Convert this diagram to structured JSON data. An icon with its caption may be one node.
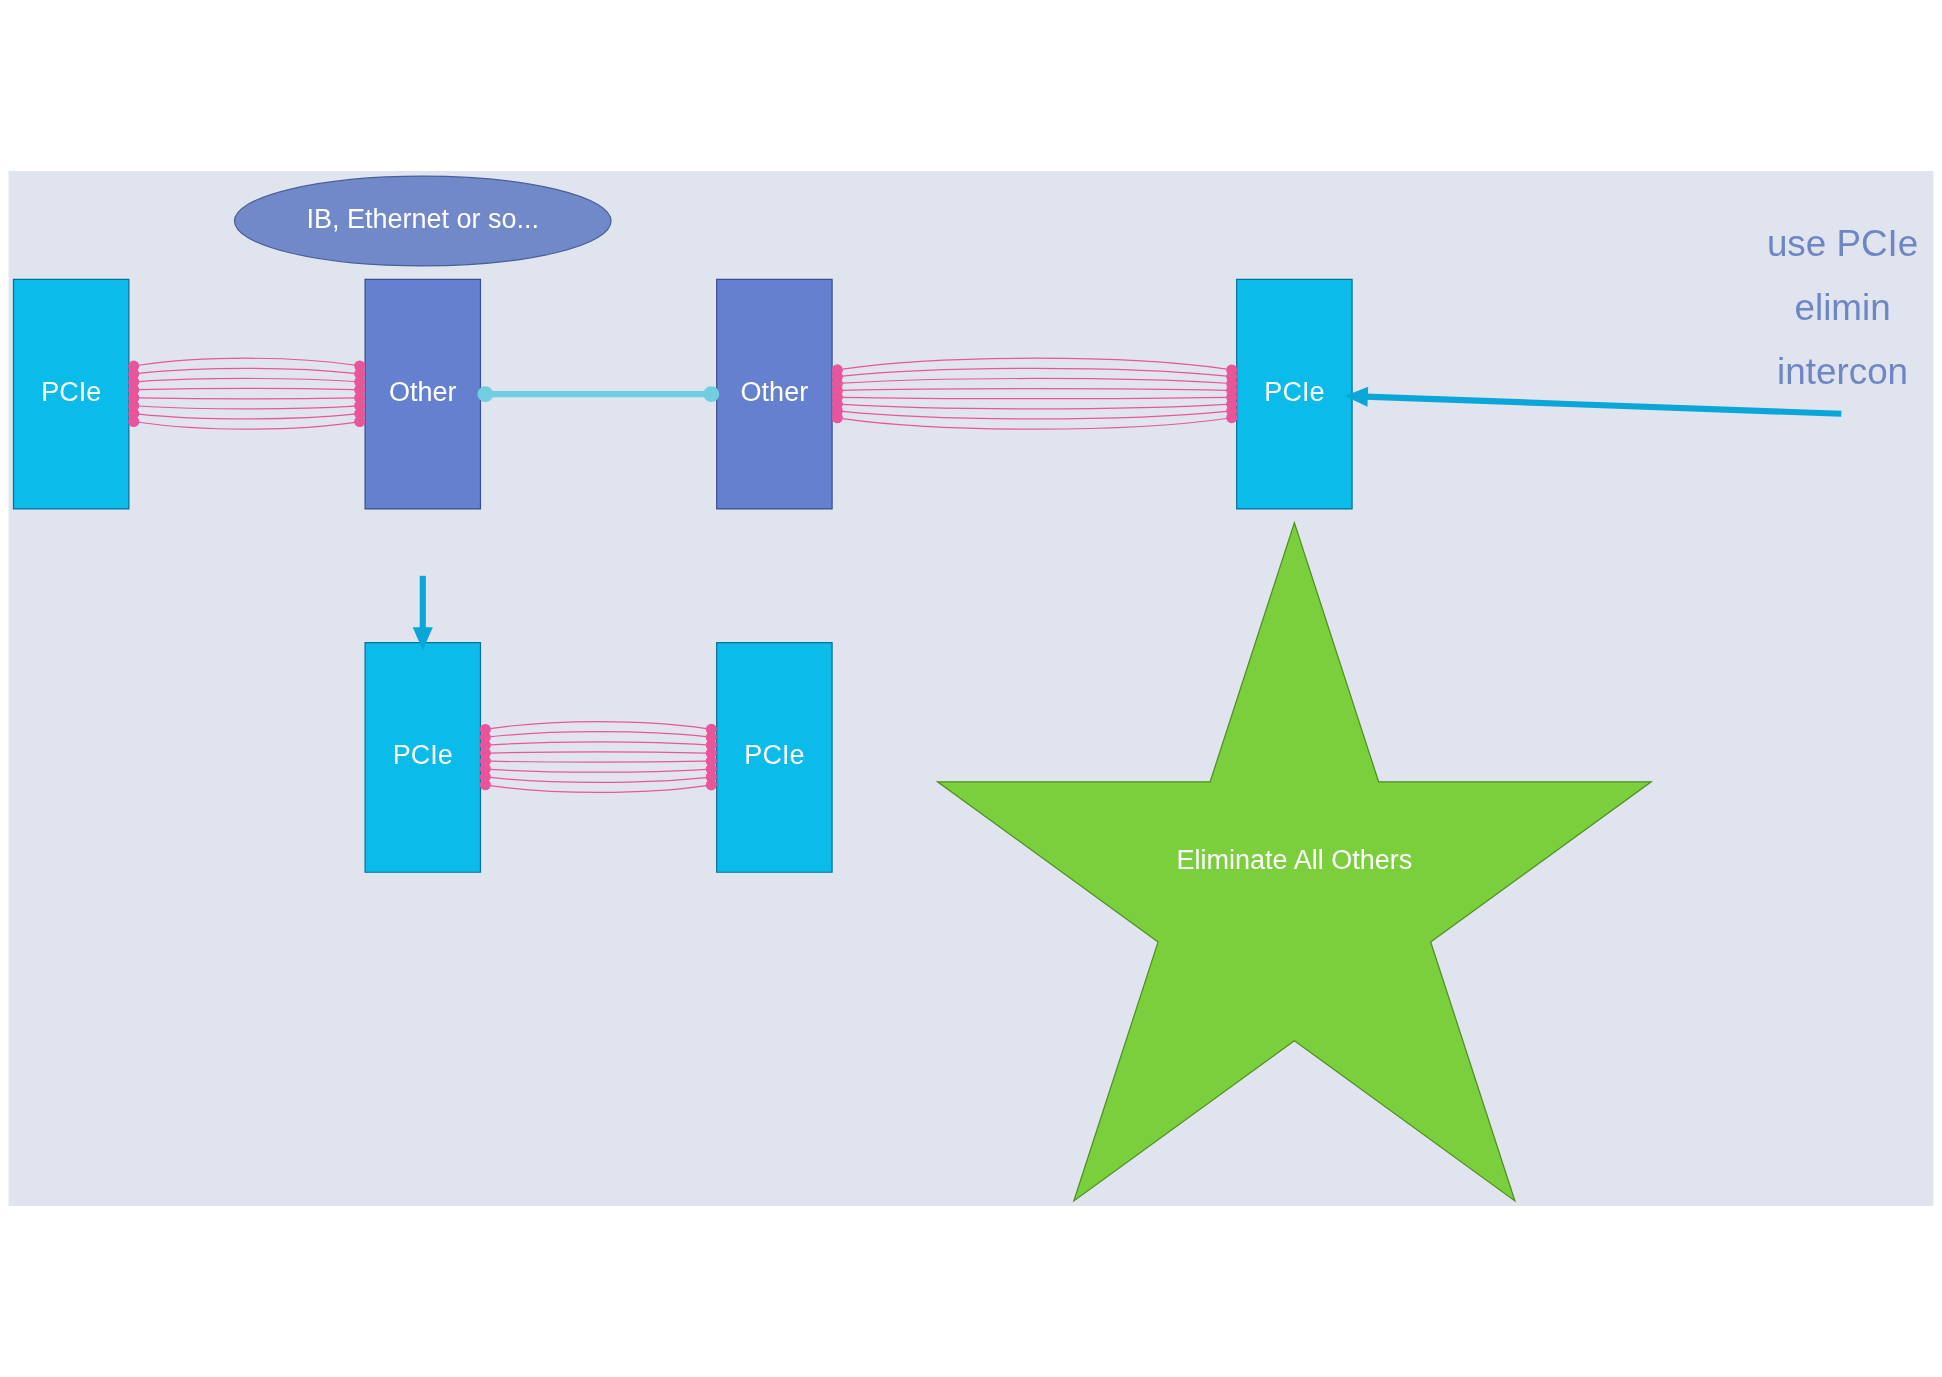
{
  "diagram": {
    "nodes": [
      {
        "text": [
          "IB, Ethernet or so..."
        ]
      },
      {
        "text": [
          "PCIe"
        ]
      },
      {
        "text": [
          "Other"
        ]
      },
      {
        "text": [
          "Other"
        ]
      },
      {
        "text": [
          "PCIe"
        ]
      },
      {
        "text": [
          "PCIe"
        ]
      },
      {
        "text": [
          "PCIe"
        ]
      },
      {
        "text": [
          "Eliminate All Others"
        ]
      }
    ],
    "edges": [
      {
        "from": 1,
        "to": 2,
        "arrow": "other",
        "color": "#e8559a"
      },
      {
        "from": 1,
        "to": 2,
        "arrow": "other",
        "color": "#e8559a"
      },
      {
        "from": 1,
        "to": 2,
        "arrow": "other",
        "color": "#e8559a"
      },
      {
        "from": 1,
        "to": 2,
        "arrow": "other",
        "color": "#e8559a"
      },
      {
        "from": 1,
        "to": 2,
        "arrow": "other",
        "color": "#e8559a"
      },
      {
        "from": 1,
        "to": 2,
        "arrow": "other",
        "color": "#e8559a"
      },
      {
        "from": 1,
        "to": 2,
        "arrow": "other",
        "color": "#e8559a"
      },
      {
        "from": 1,
        "to": 2,
        "arrow": "other",
        "color": "#e8559a"
      },
      {
        "from": 2,
        "to": 3,
        "arrow": "other",
        "style": "thick",
        "color": "#6fcfe0"
      },
      {
        "from": 3,
        "to": 4,
        "arrow": "other",
        "color": "#e8559a"
      },
      {
        "from": 3,
        "to": 4,
        "arrow": "other",
        "color": "#e8559a"
      },
      {
        "from": 3,
        "to": 4,
        "arrow": "other",
        "color": "#e8559a"
      },
      {
        "from": 3,
        "to": 4,
        "arrow": "other",
        "color": "#e8559a"
      },
      {
        "from": 3,
        "to": 4,
        "arrow": "other",
        "color": "#e8559a"
      },
      {
        "from": 3,
        "to": 4,
        "arrow": "other",
        "color": "#e8559a"
      },
      {
        "from": 3,
        "to": 4,
        "arrow": "other",
        "color": "#e8559a"
      },
      {
        "from": 3,
        "to": 4,
        "arrow": "other",
        "color": "#e8559a"
      },
      {
        "from": 5,
        "to": 6,
        "arrow": "other",
        "color": "#e8559a"
      },
      {
        "from": 5,
        "to": 6,
        "arrow": "other",
        "color": "#e8559a"
      },
      {
        "from": 5,
        "to": 6,
        "arrow": "other",
        "color": "#e8559a"
      },
      {
        "from": 5,
        "to": 6,
        "arrow": "other",
        "color": "#e8559a"
      },
      {
        "from": 5,
        "to": 6,
        "arrow": "other",
        "color": "#e8559a"
      },
      {
        "from": 5,
        "to": 6,
        "arrow": "other",
        "color": "#e8559a"
      },
      {
        "from": 5,
        "to": 6,
        "arrow": "other",
        "color": "#e8559a"
      },
      {
        "from": 5,
        "to": 6,
        "arrow": "other",
        "color": "#e8559a"
      },
      {
        "from": null,
        "to": 5,
        "arrow": "to",
        "style": "thick",
        "color": "#0aa6d8"
      },
      {
        "from": null,
        "to": 4,
        "arrow": "to",
        "style": "thick",
        "color": "#0aa6d8"
      }
    ],
    "labels": [
      "intercon",
      "elimin",
      "use PCIe"
    ]
  }
}
